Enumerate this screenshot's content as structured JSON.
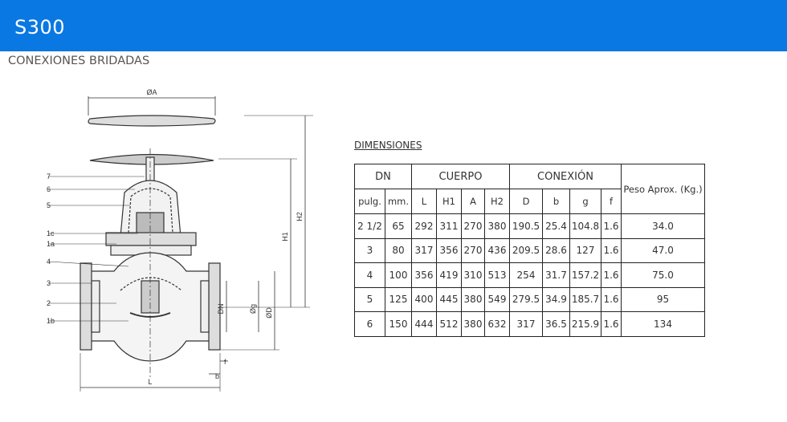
{
  "header": {
    "title": "S300"
  },
  "section": {
    "title": "CONEXIONES BRIDADAS"
  },
  "drawing": {
    "labels": {
      "dia_a": "ØA",
      "h2": "H2",
      "h1": "H1",
      "dn": "DN",
      "g": "Øg",
      "d": "ØD",
      "l": "L",
      "b": "b",
      "f": "f",
      "parts": [
        "7",
        "6",
        "5",
        "1c",
        "1a",
        "4",
        "3",
        "2",
        "1b"
      ]
    }
  },
  "dimensions": {
    "heading": "DIMENSIONES",
    "groups": {
      "dn": "DN",
      "cuerpo": "CUERPO",
      "conexion": "CONEXIÓN",
      "peso": "Peso Aprox. (Kg.)"
    },
    "subheaders": [
      "pulg.",
      "mm.",
      "L",
      "H1",
      "A",
      "H2",
      "D",
      "b",
      "g",
      "f"
    ],
    "rows": [
      [
        "2 1/2",
        "65",
        "292",
        "311",
        "270",
        "380",
        "190.5",
        "25.4",
        "104.8",
        "1.6",
        "34.0"
      ],
      [
        "3",
        "80",
        "317",
        "356",
        "270",
        "436",
        "209.5",
        "28.6",
        "127",
        "1.6",
        "47.0"
      ],
      [
        "4",
        "100",
        "356",
        "419",
        "310",
        "513",
        "254",
        "31.7",
        "157.2",
        "1.6",
        "75.0"
      ],
      [
        "5",
        "125",
        "400",
        "445",
        "380",
        "549",
        "279.5",
        "34.9",
        "185.7",
        "1.6",
        "95"
      ],
      [
        "6",
        "150",
        "444",
        "512",
        "380",
        "632",
        "317",
        "36.5",
        "215.9",
        "1.6",
        "134"
      ]
    ]
  }
}
